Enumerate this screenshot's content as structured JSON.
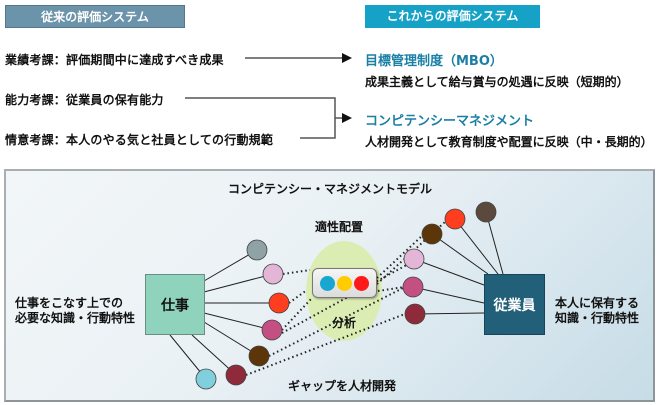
{
  "header": {
    "old_system": "従来の評価システム",
    "new_system": "これからの評価システム"
  },
  "old_criteria": [
    {
      "text": "業績考課：評価期間中に達成すべき成果"
    },
    {
      "text": "能力考課：従業員の保有能力"
    },
    {
      "text": "情意考課：本人のやる気と社員としての行動規範"
    }
  ],
  "new_systems": [
    {
      "title": "目標管理制度（MBO）",
      "description": "成果主義として給与賞与の処遇に反映（短期的）"
    },
    {
      "title": "コンピテンシーマネジメント",
      "description": "人材開発として教育制度や配置に反映（中・長期的）"
    }
  ],
  "model": {
    "title": "コンピテンシー・マネジメントモデル",
    "job_box": "仕事",
    "job_caption_line1": "仕事をこなす上での",
    "job_caption_line2": "必要な知識・行動特性",
    "employee_box": "従業員",
    "employee_caption_line1": "本人に保有する",
    "employee_caption_line2": "知識・行動特性",
    "placement_label": "適性配置",
    "analysis_label": "分析",
    "gap_label": "ギャップを人材開発",
    "analysis_dots": [
      {
        "name": "cyan",
        "color": "#17a7d1"
      },
      {
        "name": "yellow",
        "color": "#ffcc00"
      },
      {
        "name": "red",
        "color": "#ff1a1a"
      }
    ],
    "job_nodes": [
      {
        "name": "gray",
        "color": "#8fa3a6"
      },
      {
        "name": "light-pink",
        "color": "#e3b5d6"
      },
      {
        "name": "orange-red",
        "color": "#ff3d1f"
      },
      {
        "name": "magenta",
        "color": "#c45083"
      },
      {
        "name": "brown",
        "color": "#5c3609"
      },
      {
        "name": "maroon",
        "color": "#8f2a3a"
      },
      {
        "name": "cyan",
        "color": "#7fd0dc"
      }
    ],
    "employee_nodes": [
      {
        "name": "orange-red",
        "color": "#ff3d1f"
      },
      {
        "name": "dark-brown",
        "color": "#5b4a3c"
      },
      {
        "name": "brown",
        "color": "#5c3609"
      },
      {
        "name": "light-pink",
        "color": "#e3b5d6"
      },
      {
        "name": "magenta",
        "color": "#c45083"
      },
      {
        "name": "maroon",
        "color": "#8f2a3a"
      }
    ]
  }
}
